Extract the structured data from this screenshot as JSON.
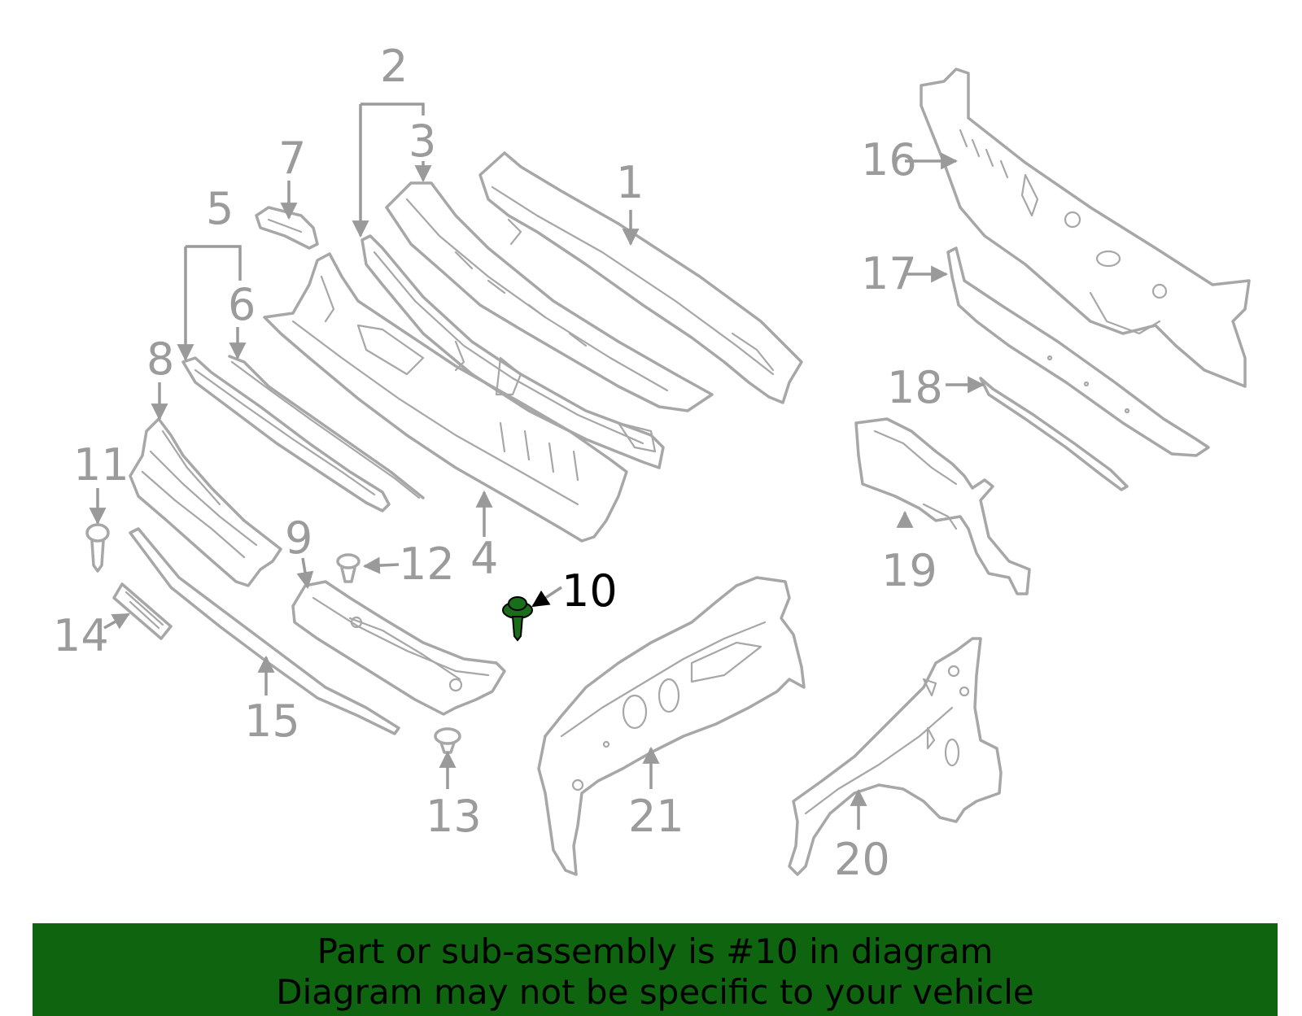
{
  "callouts": {
    "c1": "1",
    "c2": "2",
    "c3": "3",
    "c4": "4",
    "c5": "5",
    "c6": "6",
    "c7": "7",
    "c8": "8",
    "c9": "9",
    "c10": "10",
    "c11": "11",
    "c12": "12",
    "c13": "13",
    "c14": "14",
    "c15": "15",
    "c16": "16",
    "c17": "17",
    "c18": "18",
    "c19": "19",
    "c20": "20",
    "c21": "21"
  },
  "highlight": {
    "part_number": "10",
    "color": "#1a6e1a"
  },
  "banner": {
    "line1": "Part or sub-assembly is #10 in diagram",
    "line2": "Diagram may not be specific to your vehicle",
    "background": "#0f640f"
  }
}
